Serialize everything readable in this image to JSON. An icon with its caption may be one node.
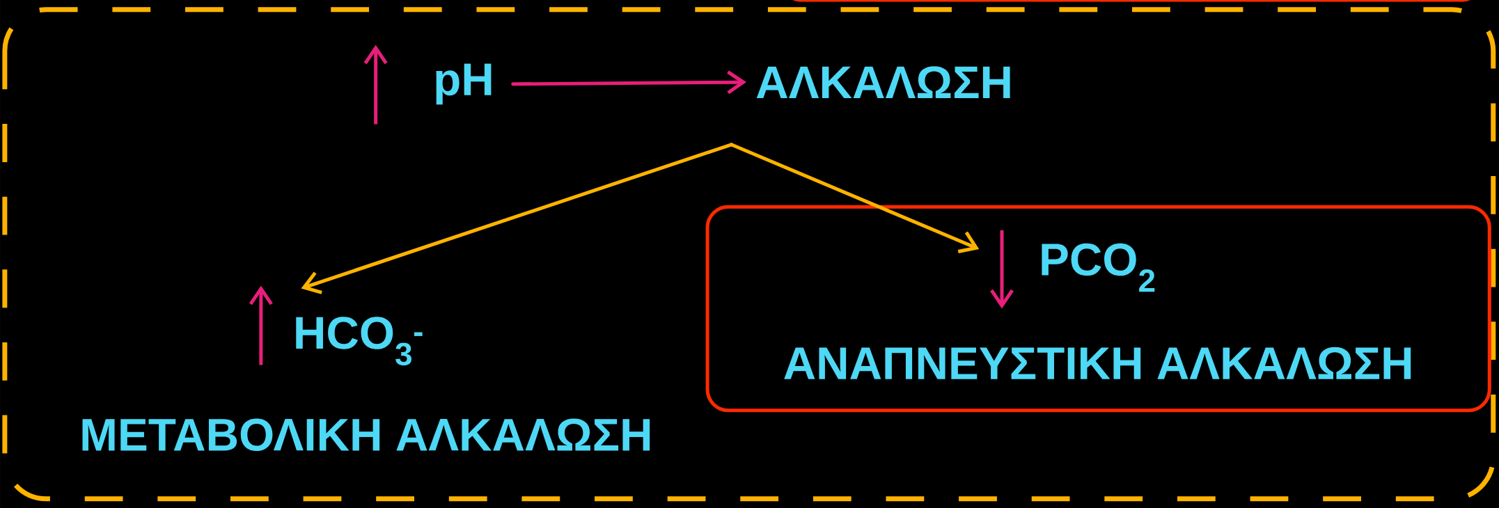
{
  "diagram": {
    "nodes": [
      {
        "text": [
          "pH"
        ]
      },
      {
        "text": [
          "ΑΛΚΑΛΩΣΗ"
        ]
      },
      {
        "text": [
          "HCO$_{3}$$^{-}$"
        ]
      },
      {
        "text": [
          "PCO$_{2}$",
          "ΑΝΑΠΝΕΥΣΤΙΚΗ ΑΛΚΑΛΩΣΗ"
        ]
      }
    ],
    "edges": [
      {
        "from": 0,
        "to": 1,
        "arrow": "to",
        "color": "#e91e7a"
      },
      {
        "from": 1,
        "to": 2,
        "arrow": "to"
      },
      {
        "from": 1,
        "to": 3,
        "arrow": "to"
      }
    ],
    "labels": [
      "ΜΕΤΑΒΟΛΙΚΗ ΑΛΚΑΛΩΣΗ"
    ]
  }
}
